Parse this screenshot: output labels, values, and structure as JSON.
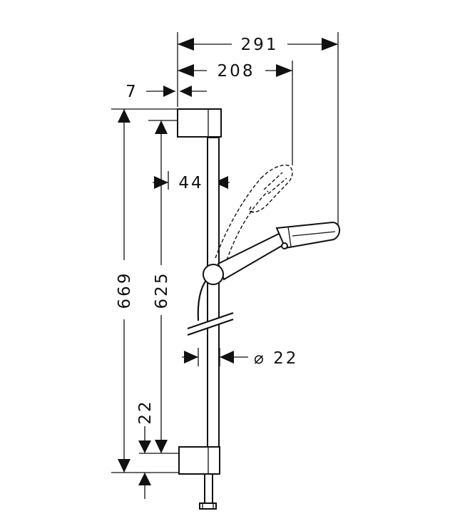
{
  "diagram": {
    "dimensions": {
      "overall_width": "291",
      "handshower_reach": "208",
      "bracket_offset": "7",
      "holder_width": "44",
      "total_height": "669",
      "fixing_distance": "625",
      "bottom_offset": "22",
      "rail_diameter": "⌀ 22"
    },
    "colors": {
      "line": "#111111",
      "background": "#ffffff"
    }
  }
}
